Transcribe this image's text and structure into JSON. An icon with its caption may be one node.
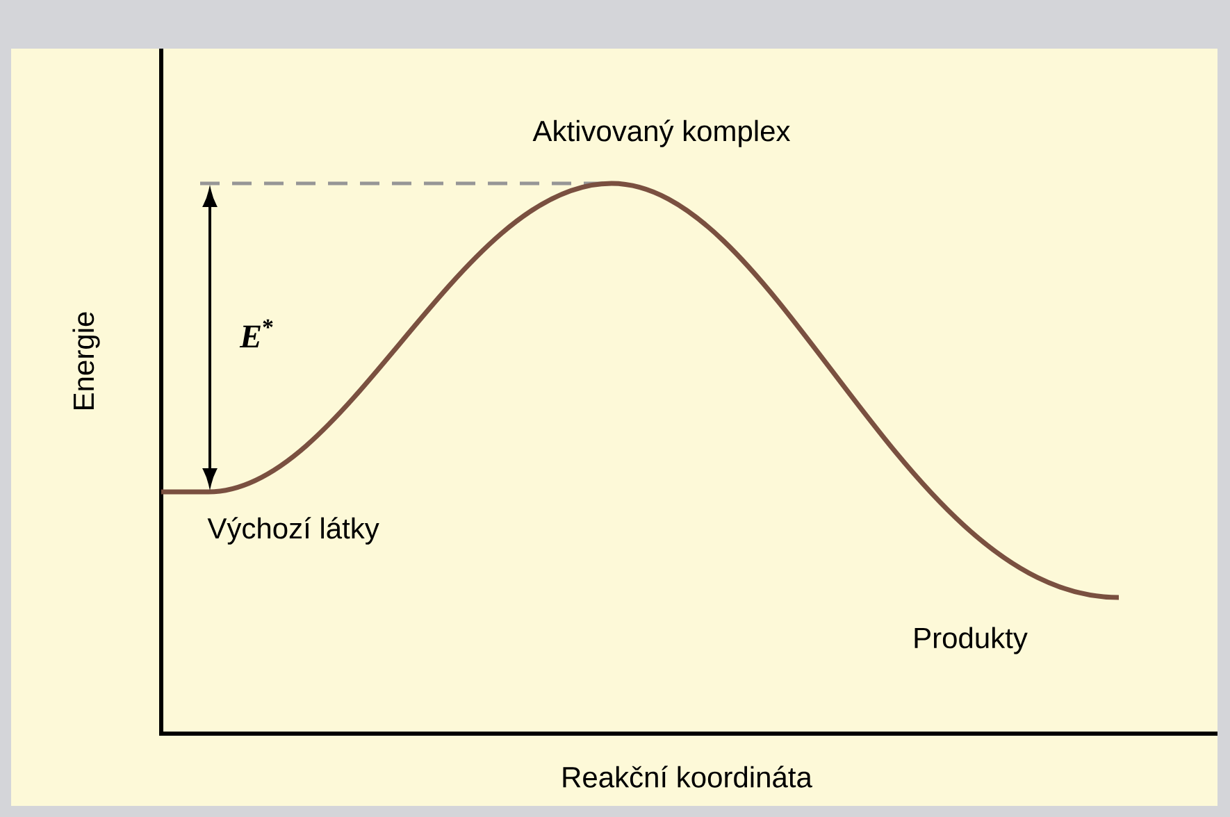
{
  "diagram": {
    "labels": [
      "Aktivovaný komplex",
      "*E*$^{*}$",
      "Výchozí látky",
      "Produkty",
      "Energie",
      "Reakční koordináta"
    ]
  }
}
